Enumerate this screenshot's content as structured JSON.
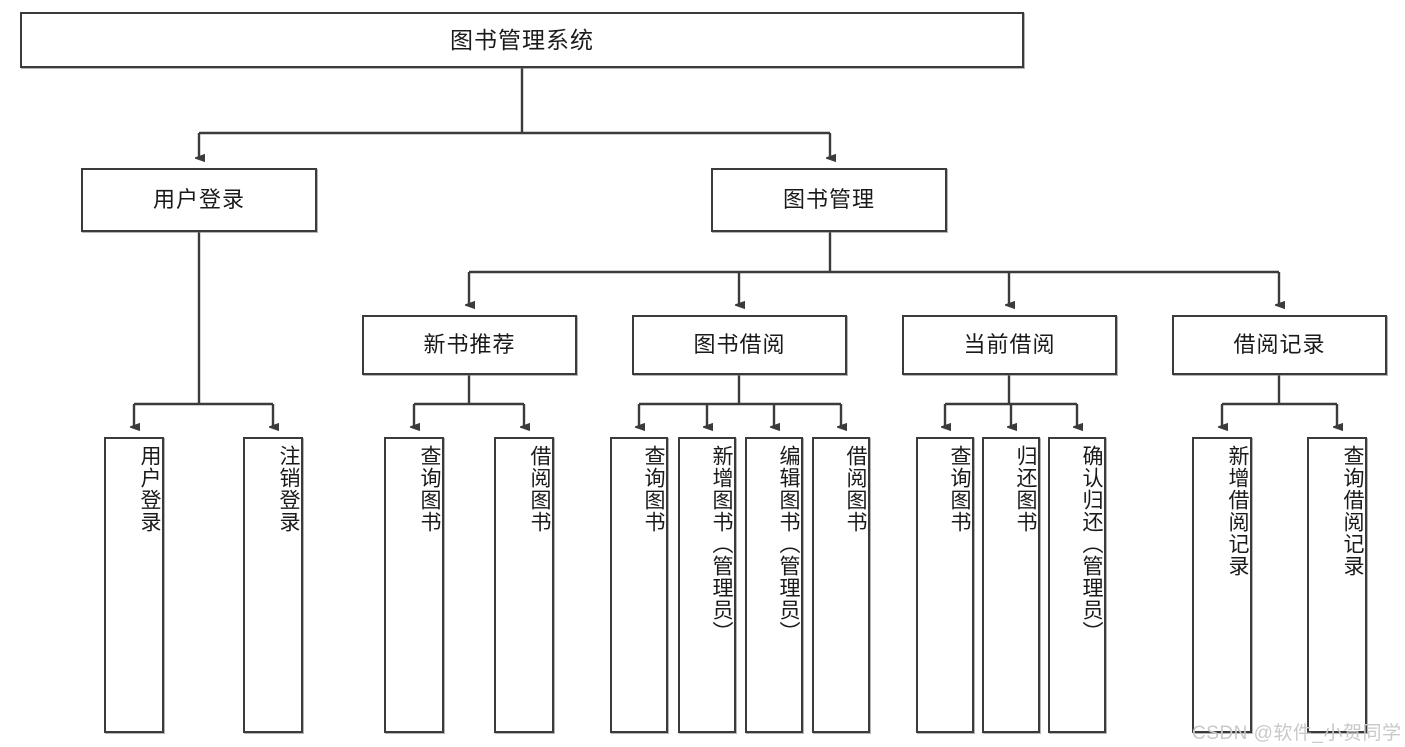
{
  "diagram": {
    "type": "tree-hierarchy",
    "title": "图书管理系统",
    "accent_color": "#3b3b3b",
    "background": "#ffffff",
    "root": {
      "label": "图书管理系统"
    },
    "level2": [
      {
        "label": "用户登录"
      },
      {
        "label": "图书管理"
      }
    ],
    "level3": [
      {
        "label": "新书推荐"
      },
      {
        "label": "图书借阅"
      },
      {
        "label": "当前借阅"
      },
      {
        "label": "借阅记录"
      }
    ],
    "leaves": {
      "user_login": [
        {
          "label": "用户登录"
        },
        {
          "label": "注销登录"
        }
      ],
      "new_book_recommend": [
        {
          "label": "查询图书"
        },
        {
          "label": "借阅图书"
        }
      ],
      "book_borrow": [
        {
          "label": "查询图书"
        },
        {
          "label": "新增图书（管理员）"
        },
        {
          "label": "编辑图书（管理员）"
        },
        {
          "label": "借阅图书"
        }
      ],
      "current_borrow": [
        {
          "label": "查询图书"
        },
        {
          "label": "归还图书"
        },
        {
          "label": "确认归还（管理员）"
        }
      ],
      "borrow_record": [
        {
          "label": "新增借阅记录"
        },
        {
          "label": "查询借阅记录"
        }
      ]
    }
  },
  "watermark": {
    "text": "CSDN @软件_小贺同学"
  }
}
